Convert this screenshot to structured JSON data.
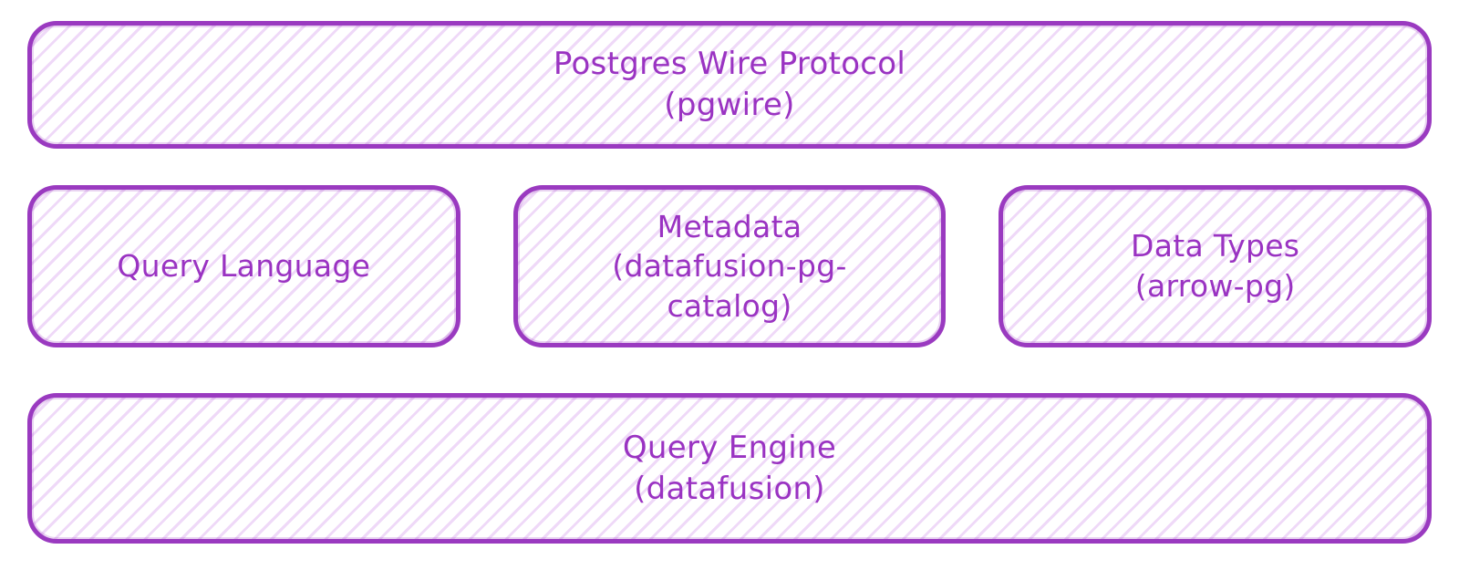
{
  "diagram": {
    "colors": {
      "stroke": "#9a3ac0",
      "text": "#9a33c2",
      "hatch_line": "#efd9f8",
      "background": "#ffffff"
    },
    "rows": [
      {
        "boxes": [
          {
            "name": "postgres-wire-protocol",
            "lines": [
              "Postgres Wire Protocol",
              "(pgwire)"
            ]
          }
        ]
      },
      {
        "boxes": [
          {
            "name": "query-language",
            "lines": [
              "Query Language"
            ]
          },
          {
            "name": "metadata",
            "lines": [
              "Metadata",
              "(datafusion-pg-",
              "catalog)"
            ]
          },
          {
            "name": "data-types",
            "lines": [
              "Data Types",
              "(arrow-pg)"
            ]
          }
        ]
      },
      {
        "boxes": [
          {
            "name": "query-engine",
            "lines": [
              "Query Engine",
              "(datafusion)"
            ]
          }
        ]
      }
    ]
  }
}
